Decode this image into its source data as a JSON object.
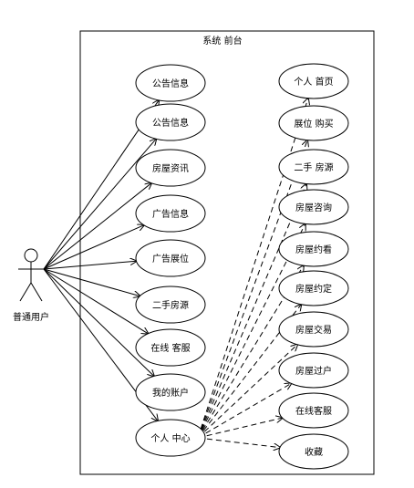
{
  "system": {
    "title": "系统 前台"
  },
  "actor": {
    "label": "普通用户"
  },
  "left_cases": [
    {
      "label": "公告信息"
    },
    {
      "label": "公告信息"
    },
    {
      "label": "房屋资讯"
    },
    {
      "label": "广告信息"
    },
    {
      "label": "广告展位"
    },
    {
      "label": "二手房源"
    },
    {
      "label": "在线 客服"
    },
    {
      "label": "我的账户"
    },
    {
      "label": "个人 中心"
    }
  ],
  "right_cases": [
    {
      "label": "个人 首页"
    },
    {
      "label": "展位 购买"
    },
    {
      "label": "二手 房源"
    },
    {
      "label": "房屋咨询"
    },
    {
      "label": "房屋约看"
    },
    {
      "label": "房屋约定"
    },
    {
      "label": "房屋交易"
    },
    {
      "label": "房屋过户"
    },
    {
      "label": "在线客服"
    },
    {
      "label": "收藏"
    }
  ]
}
